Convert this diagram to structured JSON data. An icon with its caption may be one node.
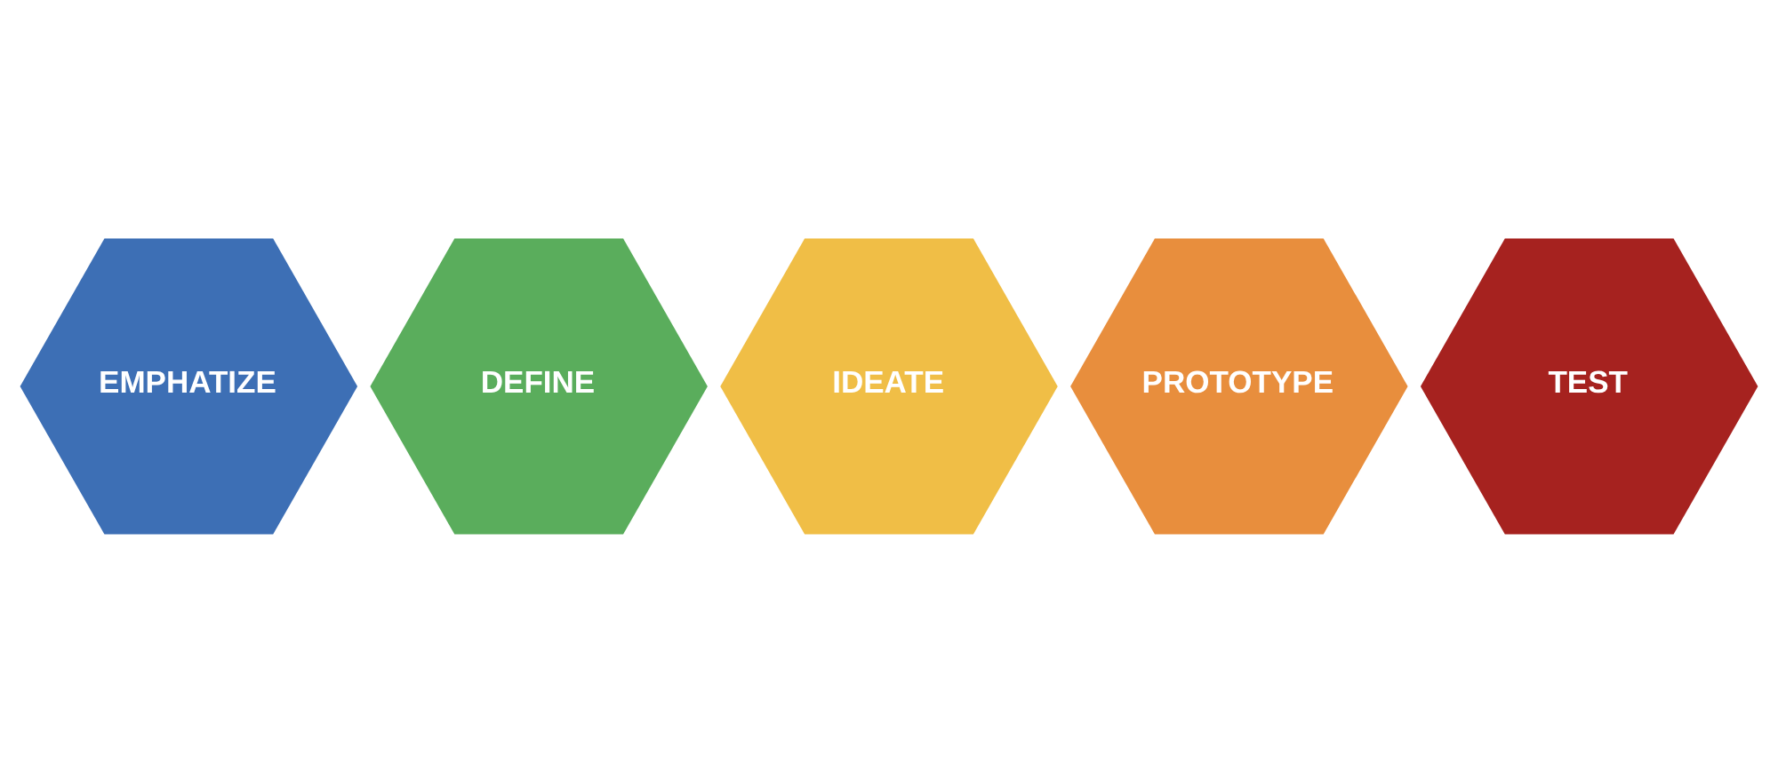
{
  "diagram": {
    "nodes": [
      {
        "text": [
          "EMPHATIZE"
        ]
      },
      {
        "text": [
          "DEFINE"
        ]
      },
      {
        "text": [
          "IDEATE"
        ]
      },
      {
        "text": [
          "PROTOTYPE"
        ]
      },
      {
        "text": [
          "TEST"
        ]
      }
    ]
  }
}
